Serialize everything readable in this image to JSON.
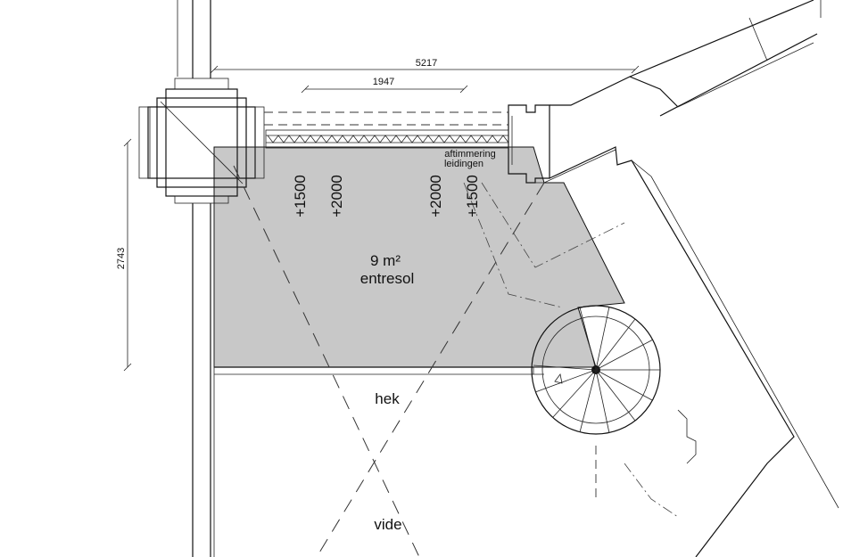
{
  "dimensions": {
    "top_overall": "5217",
    "top_inner": "1947",
    "left_height": "2743"
  },
  "levels": {
    "left_1": "+1500",
    "left_2": "+2000",
    "right_1": "+2000",
    "right_2": "+1500"
  },
  "labels": {
    "area": "9 m²",
    "room_name": "entresol",
    "note_line_1": "aftimmering",
    "note_line_2": "leidingen",
    "railing": "hek",
    "void": "vide"
  },
  "colors": {
    "mezzanine_fill": "#c8c8c8",
    "line": "#111111"
  }
}
